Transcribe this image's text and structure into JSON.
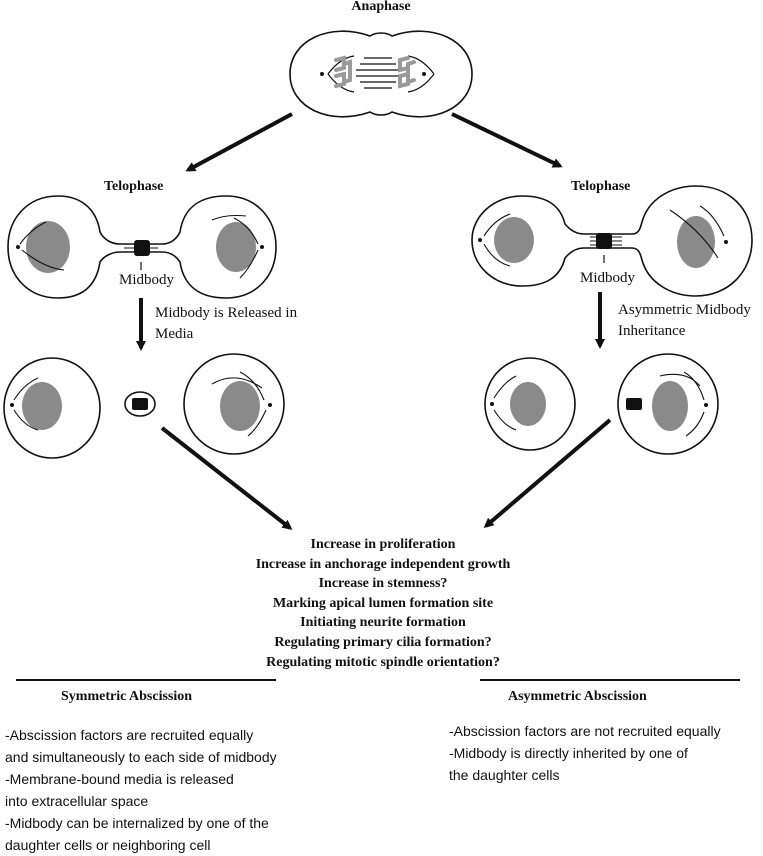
{
  "stages": {
    "anaphase": "Anaphase",
    "telophase_left": "Telophase",
    "telophase_right": "Telophase"
  },
  "labels": {
    "midbody_left": "Midbody",
    "midbody_right": "Midbody"
  },
  "transitions": {
    "left": [
      "Midbody is Released in",
      "Media"
    ],
    "right": [
      "Asymmetric Midbody",
      "Inheritance"
    ]
  },
  "outcomes": [
    "Increase in proliferation",
    "Increase in anchorage independent growth",
    "Increase in stemness?",
    "Marking apical lumen formation site",
    "Initiating neurite formation",
    "Regulating primary cilia formation?",
    "Regulating mitotic spindle orientation?"
  ],
  "symmetric": {
    "title": "Symmetric Abscission",
    "lines": [
      "-Abscission factors are recruited equally",
      "and simultaneously to each side of midbody",
      "-Membrane-bound media is released",
      "into extracellular space",
      "-Midbody can be internalized by one of the",
      "daughter cells or neighboring cell"
    ]
  },
  "asymmetric": {
    "title": "Asymmetric Abscission",
    "lines": [
      "-Abscission factors are not recruited equally",
      "-Midbody is directly inherited by one of",
      "the daughter cells"
    ]
  },
  "colors": {
    "nucleus": "#8a8a8a",
    "chromosome": "#9a9a9a",
    "outline": "#111111"
  }
}
